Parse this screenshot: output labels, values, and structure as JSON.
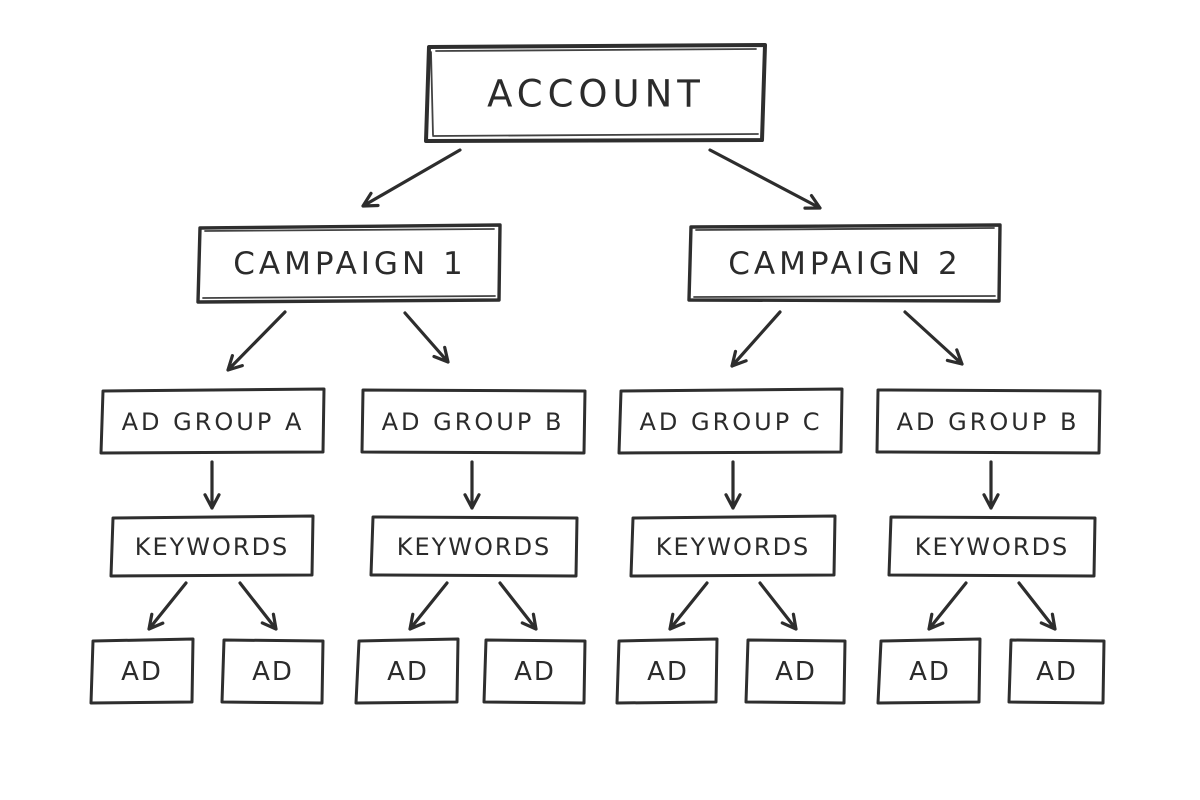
{
  "diagram": {
    "type": "org-hierarchy-flowchart",
    "style": "hand-drawn-sketch",
    "background_color": "#ffffff",
    "ink_color": "#2d2d2d",
    "nodes": {
      "account": {
        "label": "ACCOUNT",
        "level": 1
      },
      "campaign_1": {
        "label": "CAMPAIGN 1",
        "level": 2
      },
      "campaign_2": {
        "label": "CAMPAIGN 2",
        "level": 2
      },
      "ad_group_a": {
        "label": "AD GROUP A",
        "level": 3
      },
      "ad_group_b_left": {
        "label": "AD GROUP B",
        "level": 3
      },
      "ad_group_c": {
        "label": "AD GROUP C",
        "level": 3
      },
      "ad_group_b_right": {
        "label": "AD GROUP B",
        "level": 3
      },
      "keywords_1": {
        "label": "KEYWORDS",
        "level": 4
      },
      "keywords_2": {
        "label": "KEYWORDS",
        "level": 4
      },
      "keywords_3": {
        "label": "KEYWORDS",
        "level": 4
      },
      "keywords_4": {
        "label": "KEYWORDS",
        "level": 4
      },
      "ad_1": {
        "label": "AD",
        "level": 5
      },
      "ad_2": {
        "label": "AD",
        "level": 5
      },
      "ad_3": {
        "label": "AD",
        "level": 5
      },
      "ad_4": {
        "label": "AD",
        "level": 5
      },
      "ad_5": {
        "label": "AD",
        "level": 5
      },
      "ad_6": {
        "label": "AD",
        "level": 5
      },
      "ad_7": {
        "label": "AD",
        "level": 5
      },
      "ad_8": {
        "label": "AD",
        "level": 5
      }
    },
    "edges": [
      {
        "from": "account",
        "to": "campaign_1"
      },
      {
        "from": "account",
        "to": "campaign_2"
      },
      {
        "from": "campaign_1",
        "to": "ad_group_a"
      },
      {
        "from": "campaign_1",
        "to": "ad_group_b_left"
      },
      {
        "from": "campaign_2",
        "to": "ad_group_c"
      },
      {
        "from": "campaign_2",
        "to": "ad_group_b_right"
      },
      {
        "from": "ad_group_a",
        "to": "keywords_1"
      },
      {
        "from": "ad_group_b_left",
        "to": "keywords_2"
      },
      {
        "from": "ad_group_c",
        "to": "keywords_3"
      },
      {
        "from": "ad_group_b_right",
        "to": "keywords_4"
      },
      {
        "from": "keywords_1",
        "to": "ad_1"
      },
      {
        "from": "keywords_1",
        "to": "ad_2"
      },
      {
        "from": "keywords_2",
        "to": "ad_3"
      },
      {
        "from": "keywords_2",
        "to": "ad_4"
      },
      {
        "from": "keywords_3",
        "to": "ad_5"
      },
      {
        "from": "keywords_3",
        "to": "ad_6"
      },
      {
        "from": "keywords_4",
        "to": "ad_7"
      },
      {
        "from": "keywords_4",
        "to": "ad_8"
      }
    ]
  }
}
